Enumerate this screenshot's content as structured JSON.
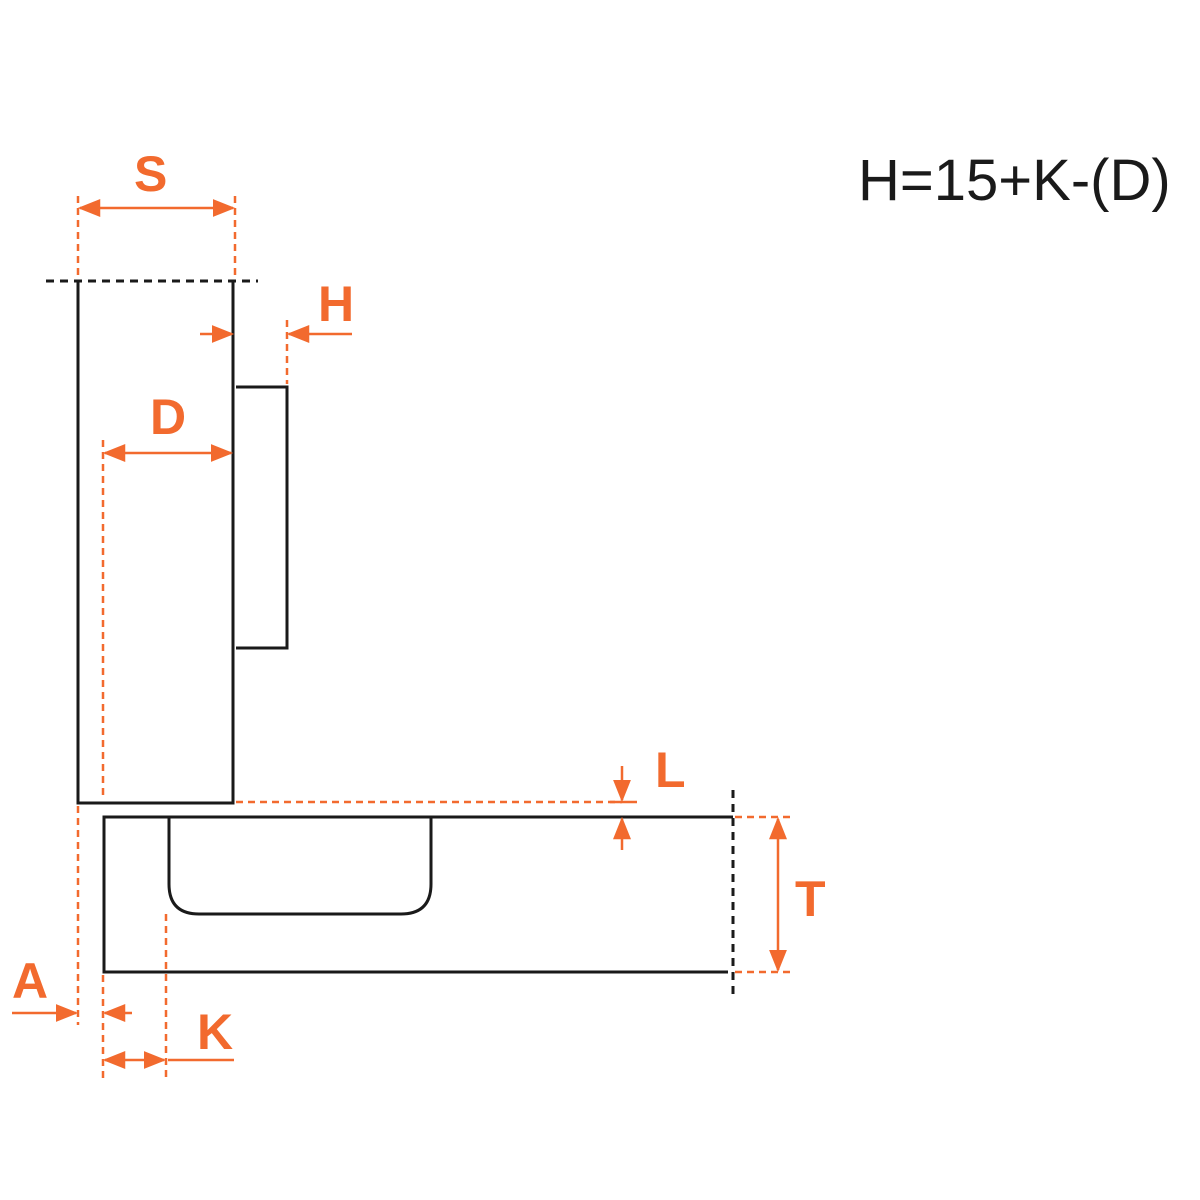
{
  "formula": "H=15+K-(D)",
  "labels": {
    "s": "S",
    "h": "H",
    "d": "D",
    "l": "L",
    "t": "T",
    "a": "A",
    "k": "K"
  },
  "colors": {
    "line": "#1a1a1a",
    "dimension": "#f26a2e",
    "text": "#1a1a1a"
  }
}
